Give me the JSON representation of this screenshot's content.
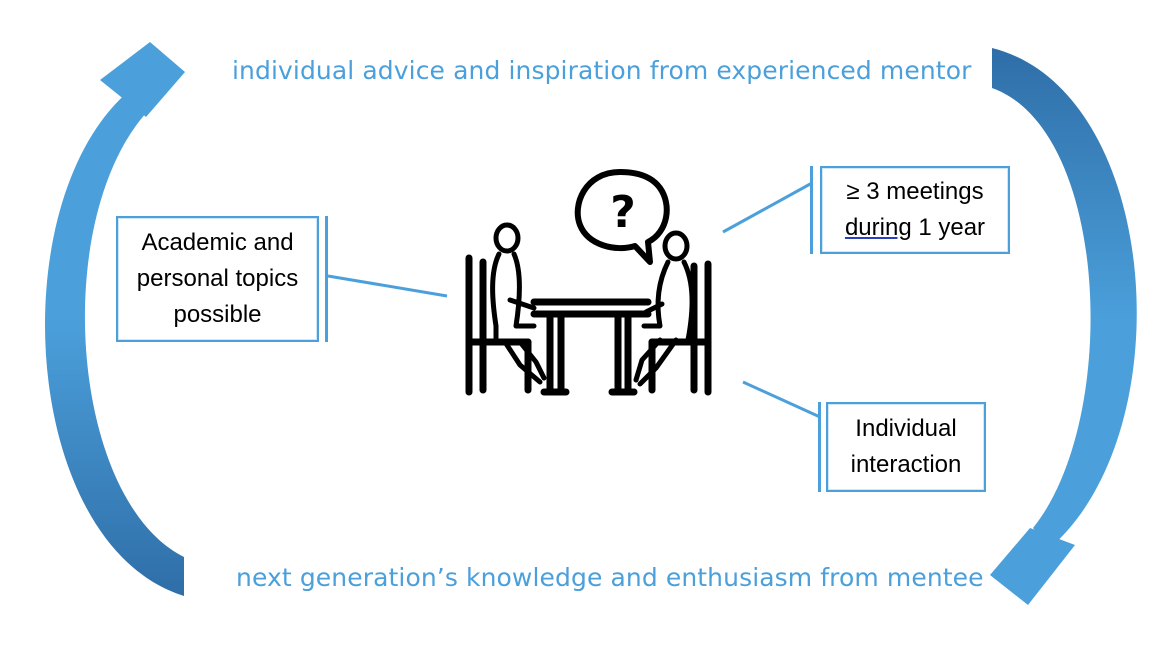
{
  "cycle": {
    "top_text": "individual advice and inspiration from experienced mentor",
    "bottom_text": "next generation’s knowledge and enthusiasm from mentee"
  },
  "boxes": {
    "left": {
      "line1": "Academic and",
      "line2": "personal topics",
      "line3": "possible"
    },
    "right_top": {
      "line1": "≥ 3 meetings",
      "line2_word": "during",
      "line2_rest": " 1 year"
    },
    "right_bottom": {
      "line1": "Individual",
      "line2": "interaction"
    }
  },
  "bubble": {
    "symbol": "?"
  },
  "colors": {
    "arrow_light": "#4ba0db",
    "arrow_dark": "#2f6ea8",
    "text_blue": "#4ba0db",
    "box_border": "#4ba0db"
  },
  "icons": [
    "meeting-table-illustration",
    "speech-bubble-question-icon",
    "cycle-arrow-left",
    "cycle-arrow-right"
  ]
}
